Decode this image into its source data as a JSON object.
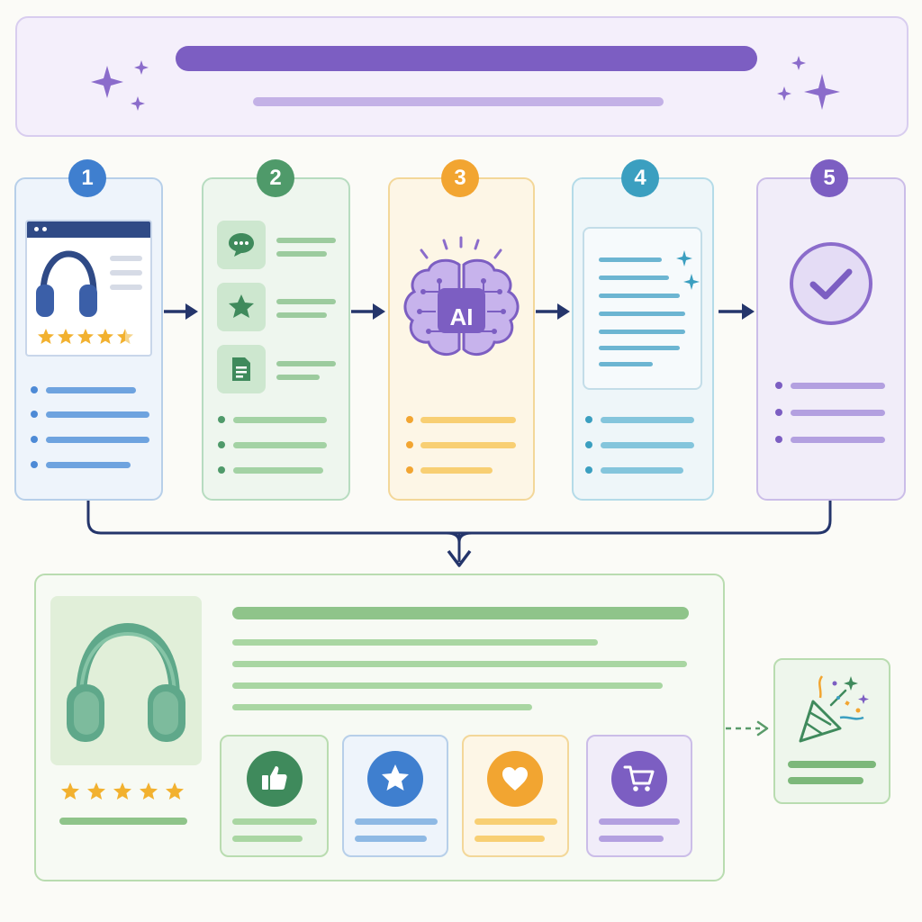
{
  "steps": [
    {
      "number": "1",
      "color": "#3f7fcf"
    },
    {
      "number": "2",
      "color": "#4f9a6a"
    },
    {
      "number": "3",
      "color": "#f2a531"
    },
    {
      "number": "4",
      "color": "#3b9fc0"
    },
    {
      "number": "5",
      "color": "#7c5ec2"
    }
  ],
  "ai_chip": {
    "label": "AI"
  },
  "colors": {
    "header_accent": "#7c5ec2",
    "arrow": "#24356b",
    "result_green": "#7cb87a",
    "flow_dashed_arrow": "#5a9b6a"
  },
  "icons": {
    "step1": [
      "browser-window-icon",
      "headphones-icon",
      "rating-stars-icon"
    ],
    "step2": [
      "chat-bubble-icon",
      "star-icon",
      "document-icon"
    ],
    "step3": [
      "ai-brain-icon"
    ],
    "step4": [
      "document-preview-icon",
      "sparkle-icon"
    ],
    "step5": [
      "checkmark-circle-icon"
    ],
    "result": [
      "headphones-icon",
      "thumbs-up-icon",
      "star-icon",
      "heart-icon",
      "shopping-cart-icon",
      "party-popper-icon"
    ]
  },
  "result_rating": {
    "stars": 5,
    "max": 5
  },
  "step1_rating": {
    "stars": 4.5,
    "max": 5
  }
}
